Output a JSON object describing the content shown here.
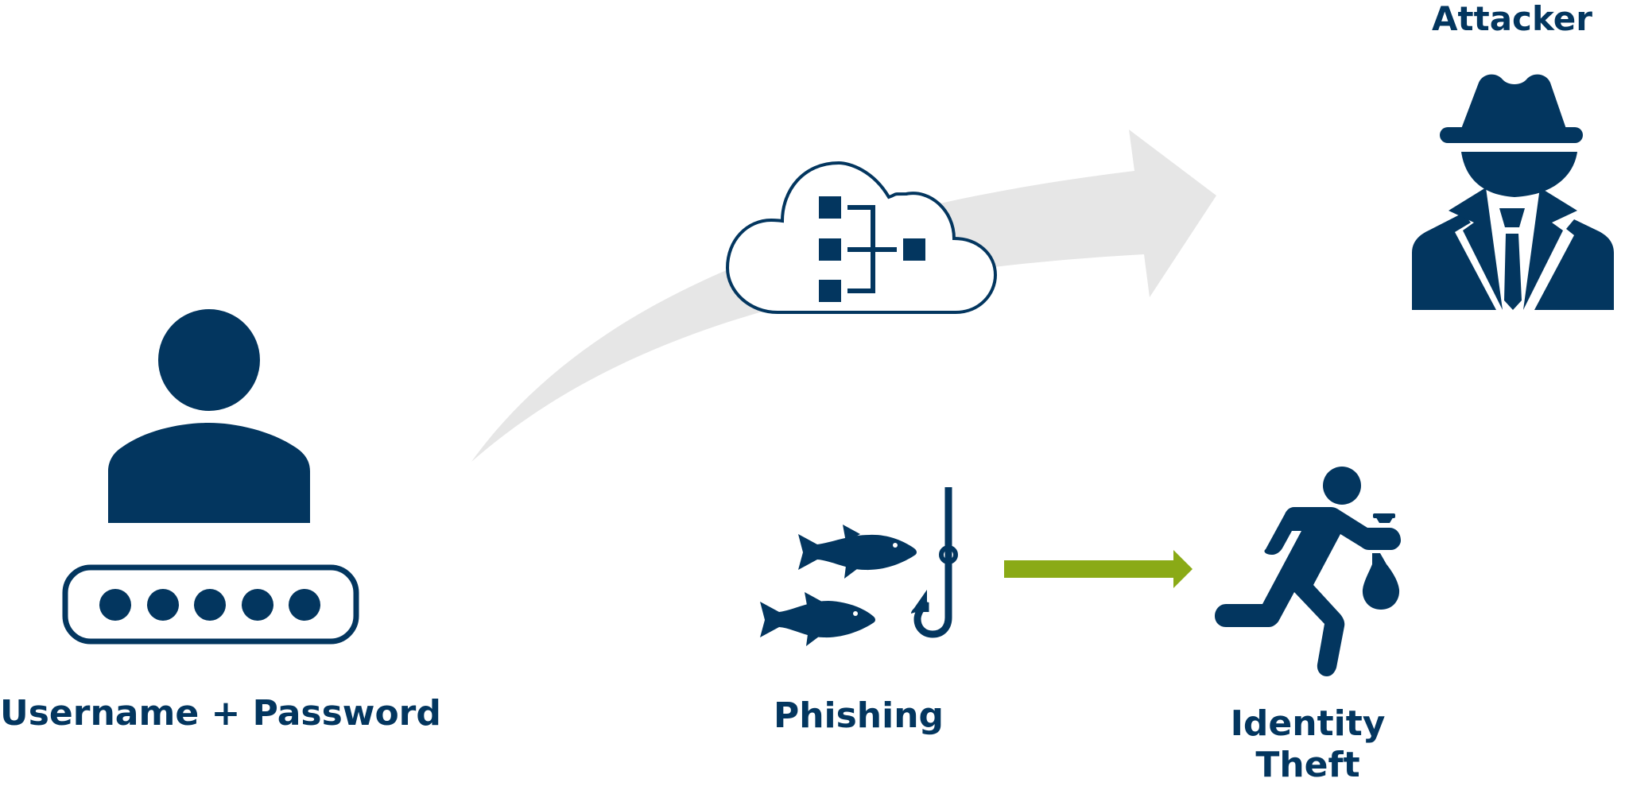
{
  "colors": {
    "navy": "#03365f",
    "flow_arrow": "#e6e6e6",
    "green_arrow": "#8aaa16",
    "background": "#ffffff"
  },
  "nodes": {
    "user": {
      "label": "Username + Password",
      "icon": "user-with-password-icon"
    },
    "cloud": {
      "label": "",
      "icon": "cloud-network-icon"
    },
    "attacker": {
      "label": "Attacker",
      "icon": "attacker-spy-icon"
    },
    "phishing": {
      "label": "Phishing",
      "icon": "fish-hook-icon"
    },
    "identity_theft": {
      "label_line1": "Identity",
      "label_line2": "Theft",
      "icon": "thief-running-icon"
    }
  }
}
